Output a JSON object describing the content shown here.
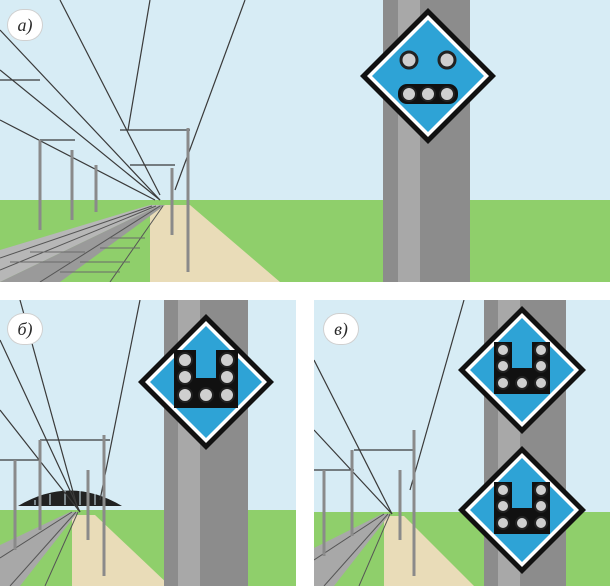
{
  "panels": [
    {
      "id": "a",
      "label": "а)"
    },
    {
      "id": "b",
      "label": "б)"
    },
    {
      "id": "v",
      "label": "в)"
    }
  ],
  "colors": {
    "sky": "#d7ecf5",
    "grass": "#8fcf6b",
    "grass_far": "#a7da82",
    "platform": "#e9dcb8",
    "pole": "#8c8c8c",
    "pole_light": "#b9b9b9",
    "sign_blue": "#2ea3d6",
    "sign_border": "#111111",
    "lamp": "#cfcfcf"
  },
  "icons": {
    "sign_a": "signal-face-sign",
    "sign_b": "signal-u-sign",
    "sign_v": "signal-u-sign-pair"
  }
}
